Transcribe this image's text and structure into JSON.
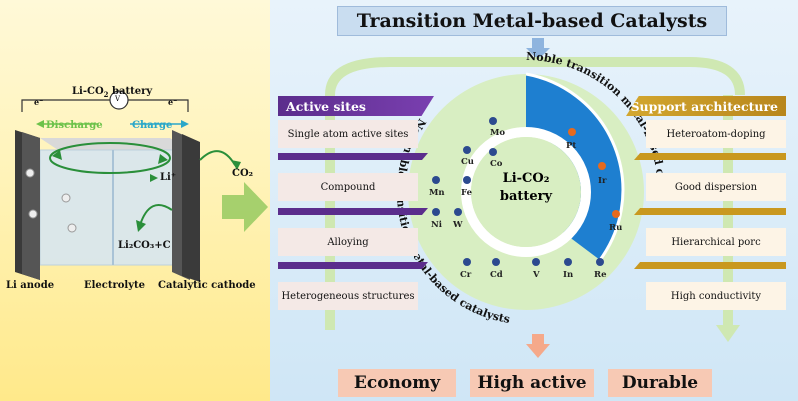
{
  "left": {
    "battery_label_main": "Li-CO",
    "battery_label_sub": "2",
    "battery_label_end": " battery",
    "voltmeter": "V",
    "electron": "e⁻",
    "discharge": "Discharge",
    "charge": "Charge",
    "li_ion": "Li⁺",
    "co2": "CO₂",
    "product": "Li₂CO₃+C",
    "li_anode": "Li anode",
    "electrolyte": "Electrolyte",
    "catalytic_cathode": "Catalytic cathode"
  },
  "title": "Transition Metal-based Catalysts",
  "active_sites": {
    "header": "Active sites",
    "items": [
      "Single atom active sites",
      "Compound",
      "Alloying",
      "Heterogeneous structures"
    ]
  },
  "support": {
    "header": "Support architecture",
    "items": [
      "Heteroatom-doping",
      "Good dispersion",
      "Hierarchical porc",
      "High conductivity"
    ]
  },
  "center": {
    "line1": "Li-CO₂",
    "line2": "battery",
    "noble_label": "Noble transition metal-based catalysts",
    "non_noble_label": "Non-noble transition metal-based catalysts",
    "noble_elements": [
      "Pt",
      "Ir",
      "Ru"
    ],
    "non_noble_elements": [
      "Mo",
      "Cu",
      "Co",
      "Mn",
      "Fe",
      "Ni",
      "W",
      "Cr",
      "Cd",
      "V",
      "In",
      "Re"
    ]
  },
  "bottom": [
    "Economy",
    "High active",
    "Durable"
  ],
  "colors": {
    "purple": "#5b2d8c",
    "gold": "#c9981f",
    "noble": "#1e7fd0",
    "non_noble": "#d8eec2",
    "outcome": "#f7c9b4",
    "arrow_green": "#8cc63f"
  }
}
